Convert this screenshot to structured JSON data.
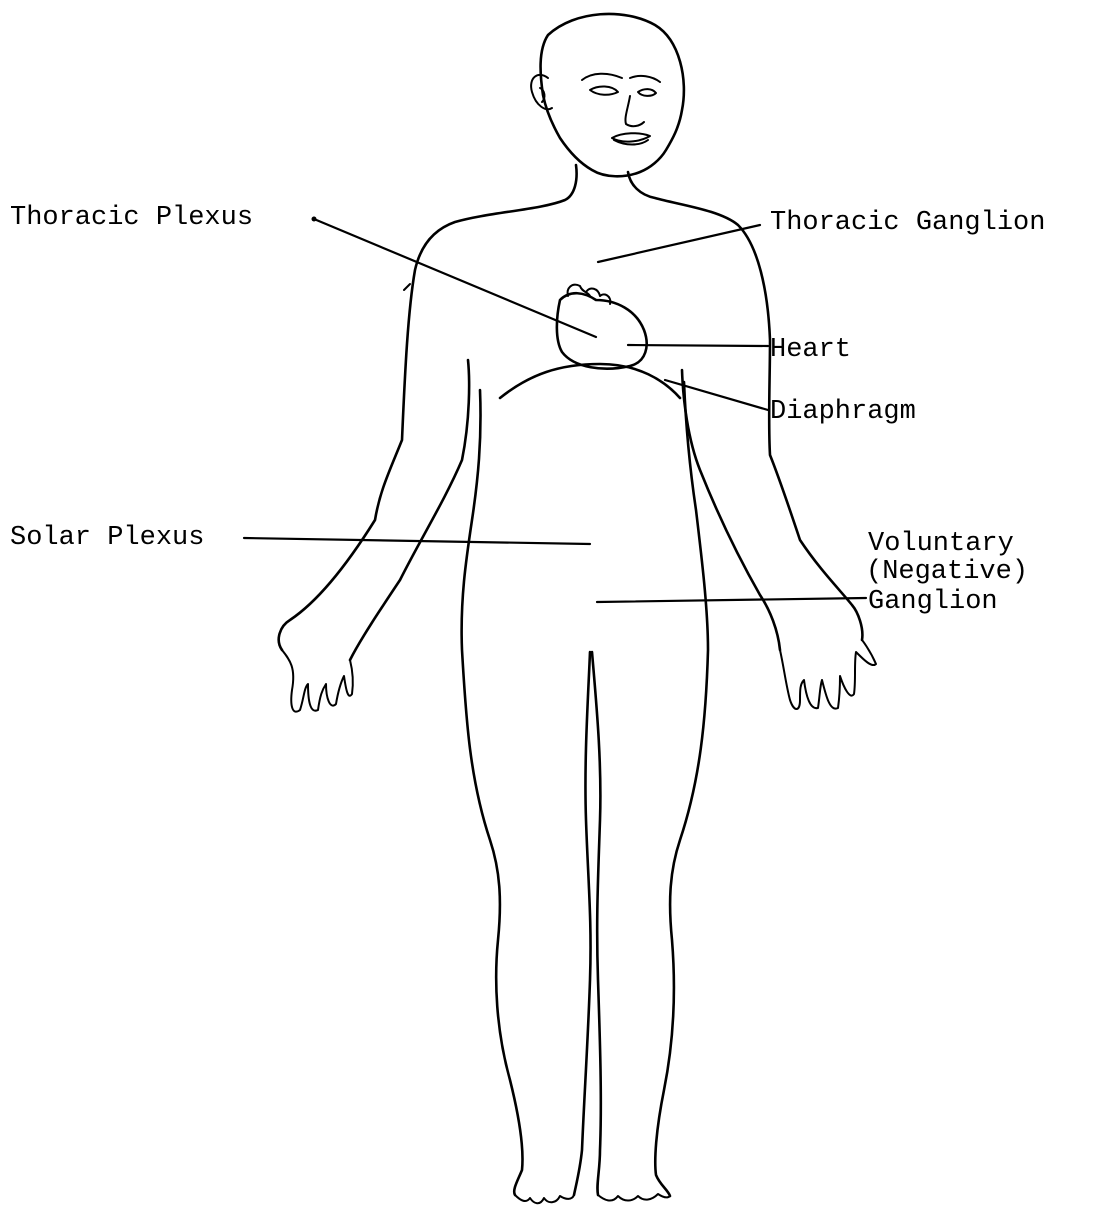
{
  "labels": {
    "thoracic_plexus": "Thoracic Plexus",
    "thoracic_ganglion": "Thoracic Ganglion",
    "heart": "Heart",
    "diaphragm": "Diaphragm",
    "solar_plexus": "Solar Plexus",
    "voluntary_line1": "Voluntary",
    "voluntary_line2": "(Negative)",
    "voluntary_line3": "Ganglion"
  },
  "colors": {
    "ink": "#000000",
    "paper": "#ffffff"
  }
}
